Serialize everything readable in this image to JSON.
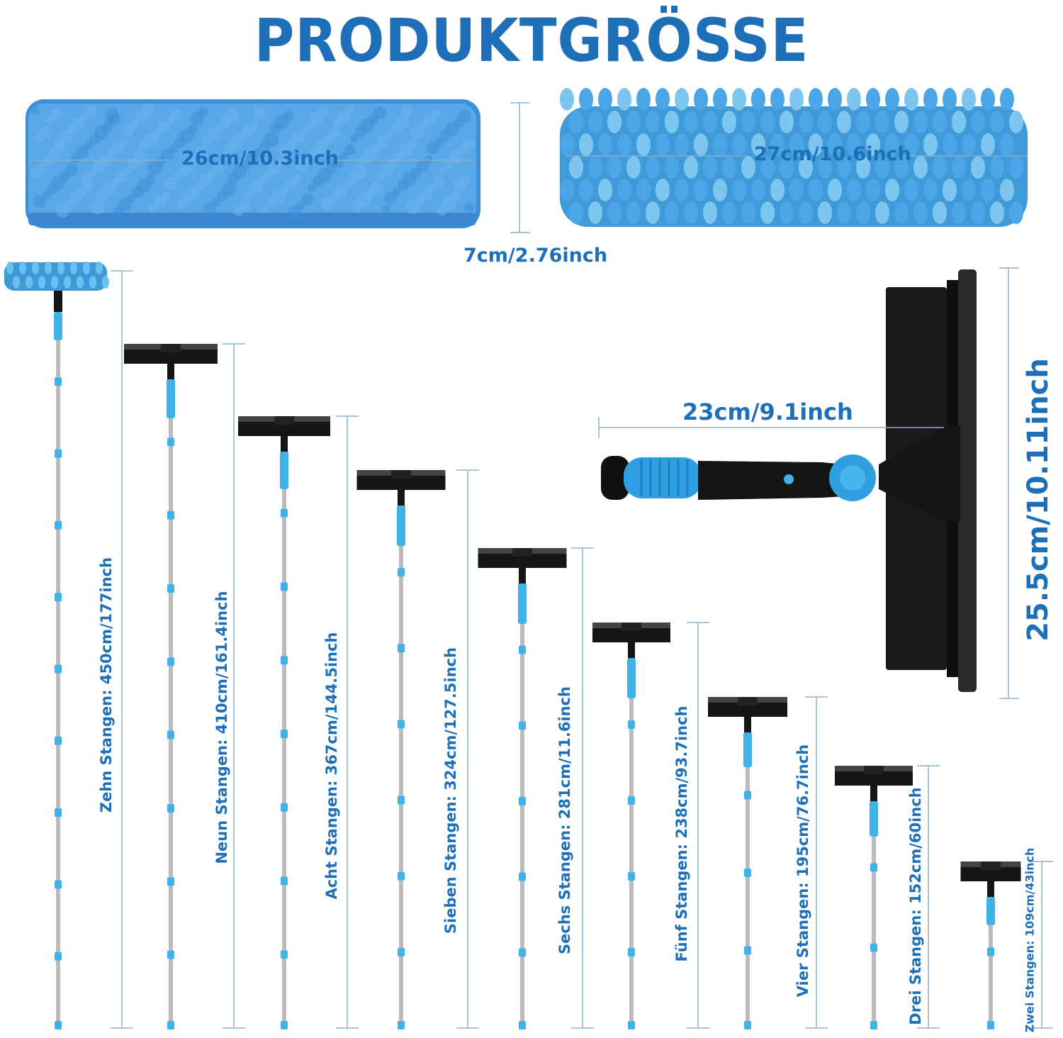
{
  "title": "PRODUKTGRÖSSE",
  "colors": {
    "accent": "#1d6fb8",
    "microfiber": "#4a9be0",
    "chenille": "#4aa6e6",
    "pole_blue": "#3fb3e8",
    "pole_silver": "#b8bcc0",
    "squeegee_black": "#151515",
    "measure_line": "#8fb0cc"
  },
  "pads": {
    "microfiber_width": "26cm/10.3inch",
    "chenille_width": "27cm/10.6inch",
    "height": "7cm/2.76inch"
  },
  "squeegee": {
    "handle_length": "23cm/9.1inch",
    "blade_width": "25.5cm/10.11inch"
  },
  "poles": [
    {
      "label": "Zehn Stangen: 450cm/177inch",
      "sections": 10,
      "head": "chenille"
    },
    {
      "label": "Neun Stangen: 410cm/161.4inch",
      "sections": 9,
      "head": "squeegee"
    },
    {
      "label": "Acht Stangen: 367cm/144.5inch",
      "sections": 8,
      "head": "squeegee"
    },
    {
      "label": "Sieben Stangen: 324cm/127.5inch",
      "sections": 7,
      "head": "squeegee"
    },
    {
      "label": "Sechs Stangen: 281cm/11.6inch",
      "sections": 6,
      "head": "squeegee"
    },
    {
      "label": "Fünf Stangen: 238cm/93.7inch",
      "sections": 5,
      "head": "squeegee"
    },
    {
      "label": "Vier Stangen: 195cm/76.7inch",
      "sections": 4,
      "head": "squeegee"
    },
    {
      "label": "Drei Stangen: 152cm/60inch",
      "sections": 3,
      "head": "squeegee"
    },
    {
      "label": "Zwei Stangen: 109cm/43inch",
      "sections": 2,
      "head": "squeegee"
    }
  ]
}
